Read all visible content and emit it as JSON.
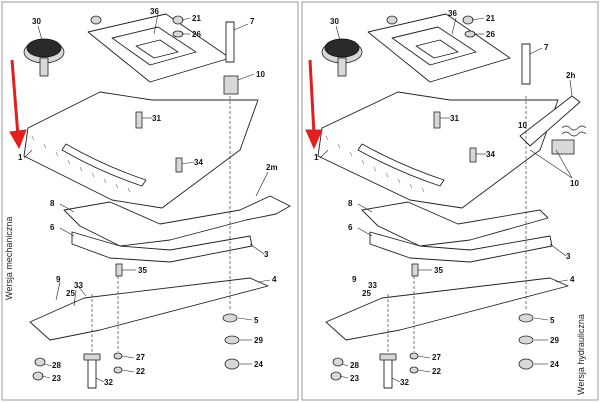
{
  "panels": [
    {
      "id": "left",
      "side_label": "Wersja mechaniczna",
      "callouts": [
        "1",
        "2m",
        "3",
        "4",
        "5",
        "6",
        "7",
        "8",
        "9",
        "10",
        "21",
        "22",
        "23",
        "24",
        "25",
        "26",
        "27",
        "28",
        "29",
        "30",
        "31",
        "32",
        "33",
        "34",
        "35",
        "36"
      ]
    },
    {
      "id": "right",
      "side_label": "Wersja hydrauliczna",
      "callouts": [
        "1",
        "2h",
        "3",
        "4",
        "5",
        "6",
        "7",
        "8",
        "9",
        "10",
        "10",
        "21",
        "22",
        "23",
        "24",
        "25",
        "26",
        "27",
        "28",
        "29",
        "30",
        "31",
        "32",
        "33",
        "34",
        "35",
        "36"
      ]
    }
  ],
  "colors": {
    "indicator_arrow": "#e0201c",
    "line": "#222222",
    "frame": "#9a9a9a"
  },
  "icons": {
    "indicator": "red-arrow-icon"
  }
}
